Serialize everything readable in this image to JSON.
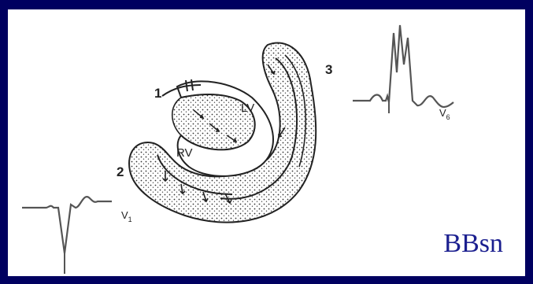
{
  "title": "BBsn",
  "labels": {
    "num1": "1",
    "num2": "2",
    "num3": "3",
    "lv": "LV",
    "rv": "RV"
  },
  "leads": {
    "v1": {
      "base": "V",
      "sub": "1"
    },
    "v6": {
      "base": "V",
      "sub": "6"
    }
  },
  "colors": {
    "frame": "#000060",
    "title_text": "#1b1f8f",
    "trace": "#555555",
    "outline": "#222222"
  }
}
